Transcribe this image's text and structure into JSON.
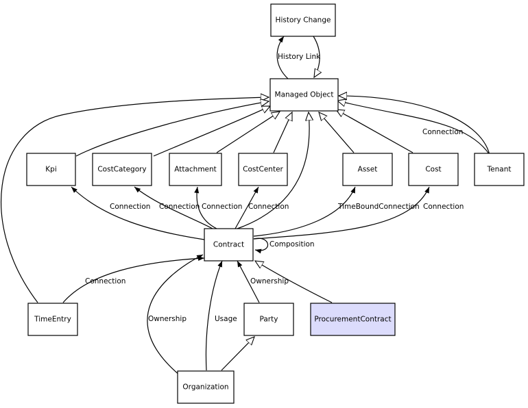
{
  "colors": {
    "default_fill": "#ffffff",
    "highlight_fill": "#dcdcfc",
    "line": "#000000"
  },
  "nodes": {
    "history_change": "History Change",
    "managed_object": "Managed Object",
    "kpi": "Kpi",
    "cost_category": "CostCategory",
    "attachment": "Attachment",
    "cost_center": "CostCenter",
    "asset": "Asset",
    "cost": "Cost",
    "tenant": "Tenant",
    "contract": "Contract",
    "time_entry": "TimeEntry",
    "party": "Party",
    "procurement_contract": "ProcurementContract",
    "organization": "Organization"
  },
  "edge_labels": {
    "history_link": "History Link",
    "tenant_connection": "Connection",
    "kpi_connection": "Connection",
    "cost_category_connection": "Connection",
    "attachment_connection": "Connection",
    "cost_center_connection": "Connection",
    "asset_connection": "TimeBoundConnection",
    "cost_connection": "Connection",
    "composition": "Composition",
    "time_entry_connection": "Connection",
    "party_ownership": "Ownership",
    "organization_ownership": "Ownership",
    "organization_usage": "Usage"
  },
  "highlighted_node": "procurement_contract"
}
